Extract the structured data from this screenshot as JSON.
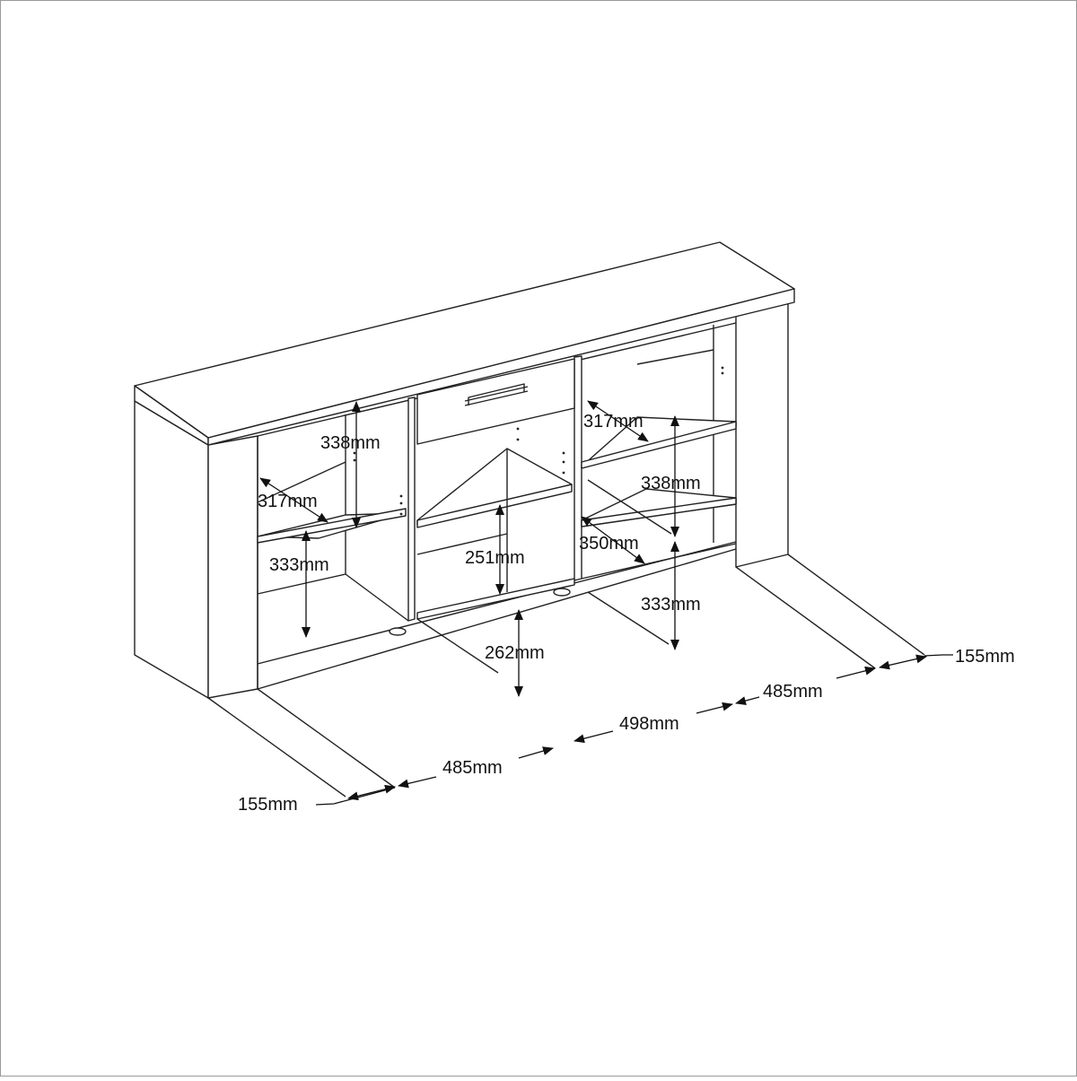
{
  "colors": {
    "line": "#222222",
    "background": "#ffffff",
    "frame": "#999999"
  },
  "dimensions": {
    "left_top_height": "338mm",
    "left_shelf_depth": "317mm",
    "left_bottom_height": "333mm",
    "center_shelf_height": "251mm",
    "center_bottom_height": "262mm",
    "right_shelf_depth_top": "317mm",
    "right_top_height": "338mm",
    "right_shelf_depth_bottom": "350mm",
    "right_bottom_height": "333mm",
    "front_left_end": "155mm",
    "front_left_section": "485mm",
    "front_center_section": "498mm",
    "front_right_section": "485mm",
    "front_right_end": "155mm"
  }
}
